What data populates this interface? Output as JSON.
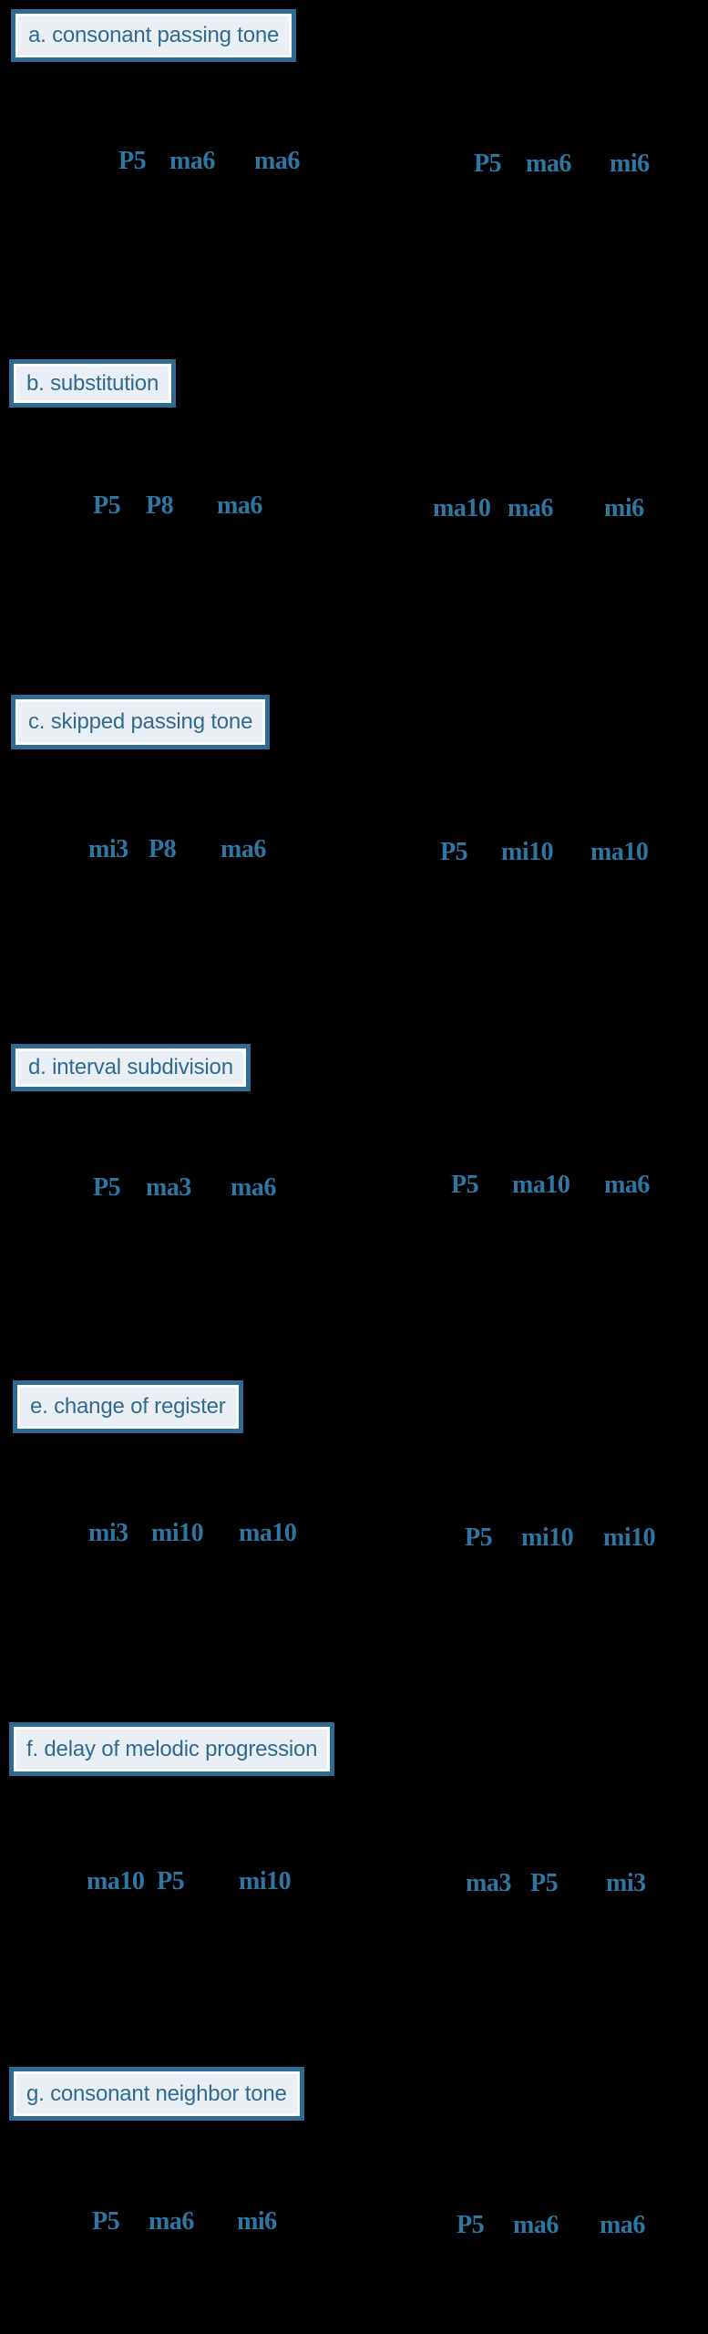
{
  "background": "#000000",
  "colors": {
    "box_border": "#2e6a92",
    "box_fill": "#e9eff5",
    "box_inner_outline": "#fbfdfe",
    "box_text": "#2f6a92",
    "interval_text": "#2f77a3"
  },
  "sections": [
    {
      "label": "a. consonant passing tone",
      "intervals": {
        "left": [
          "P5",
          "ma6",
          "ma6"
        ],
        "right": [
          "P5",
          "ma6",
          "mi6"
        ]
      }
    },
    {
      "label": "b. substitution",
      "intervals": {
        "left": [
          "P5",
          "P8",
          "ma6"
        ],
        "right": [
          "ma10",
          "ma6",
          "mi6"
        ]
      }
    },
    {
      "label": "c. skipped passing tone",
      "intervals": {
        "left": [
          "mi3",
          "P8",
          "ma6"
        ],
        "right": [
          "P5",
          "mi10",
          "ma10"
        ]
      }
    },
    {
      "label": "d. interval subdivision",
      "intervals": {
        "left": [
          "P5",
          "ma3",
          "ma6"
        ],
        "right": [
          "P5",
          "ma10",
          "ma6"
        ]
      }
    },
    {
      "label": "e. change of register",
      "intervals": {
        "left": [
          "mi3",
          "mi10",
          "ma10"
        ],
        "right": [
          "P5",
          "mi10",
          "mi10"
        ]
      }
    },
    {
      "label": "f. delay of melodic progression",
      "intervals": {
        "left": [
          "ma10",
          "P5",
          "mi10"
        ],
        "right": [
          "ma3",
          "P5",
          "mi3"
        ]
      }
    },
    {
      "label": "g. consonant neighbor tone",
      "intervals": {
        "left": [
          "P5",
          "ma6",
          "mi6"
        ],
        "right": [
          "P5",
          "ma6",
          "ma6"
        ]
      }
    }
  ]
}
